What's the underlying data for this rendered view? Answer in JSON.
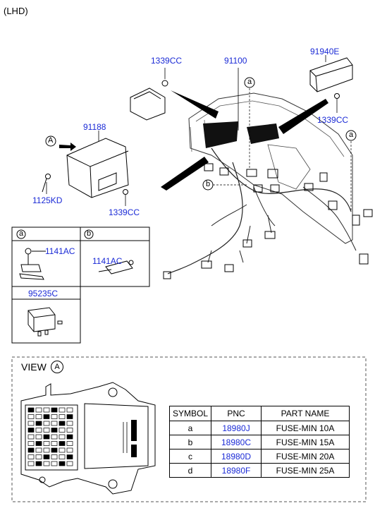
{
  "header": {
    "variant": "(LHD)"
  },
  "callouts": {
    "p1339cc_top": "1339CC",
    "p91100": "91100",
    "p91940e": "91940E",
    "p1339cc_right": "1339CC",
    "p91188": "91188",
    "p1125kd": "1125KD",
    "p1339cc_mid": "1339CC",
    "view_marker": "A",
    "ref_a_top": "a",
    "ref_a_right": "a",
    "ref_b": "b"
  },
  "detail_boxes": {
    "a_label": "a",
    "a_part": "1141AC",
    "b_label": "b",
    "b_part": "1141AC",
    "relay_part": "95235C"
  },
  "view": {
    "label": "VIEW",
    "marker": "A"
  },
  "fuse_table": {
    "headers": [
      "SYMBOL",
      "PNC",
      "PART NAME"
    ],
    "rows": [
      {
        "symbol": "a",
        "pnc": "18980J",
        "name": "FUSE-MIN 10A"
      },
      {
        "symbol": "b",
        "pnc": "18980C",
        "name": "FUSE-MIN 15A"
      },
      {
        "symbol": "c",
        "pnc": "18980D",
        "name": "FUSE-MIN 20A"
      },
      {
        "symbol": "d",
        "pnc": "18980F",
        "name": "FUSE-MIN 25A"
      }
    ]
  },
  "colors": {
    "pnc_blue": "#1a2ad6",
    "line": "#000000"
  }
}
